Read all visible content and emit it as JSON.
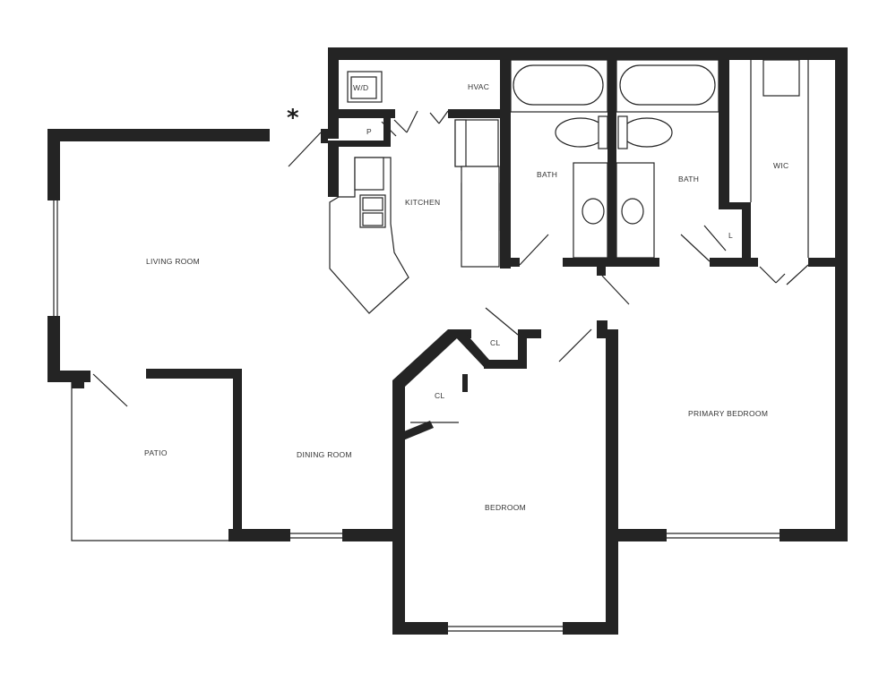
{
  "rooms": {
    "wd": "W/D",
    "hvac": "HVAC",
    "pantry": "P",
    "kitchen": "KITCHEN",
    "bath_1": "BATH",
    "bath_2": "BATH",
    "wic": "WIC",
    "linen": "L",
    "living_room": "LIVING ROOM",
    "closet_1": "CL",
    "closet_2": "CL",
    "primary_bedroom": "PRIMARY BEDROOM",
    "patio": "PATIO",
    "dining_room": "DINING ROOM",
    "bedroom": "BEDROOM"
  },
  "entry_marker": "*",
  "colors": {
    "wall": "#242424",
    "background": "#ffffff"
  }
}
